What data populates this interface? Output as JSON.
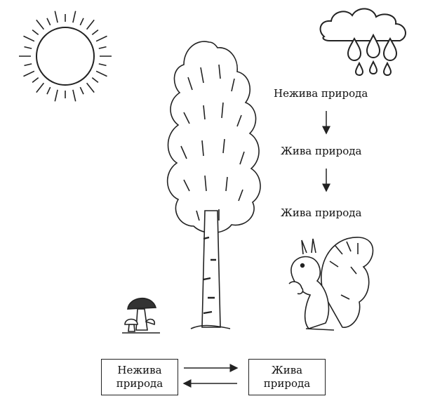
{
  "chain": {
    "step1": "Нежива природа",
    "step2": "Жива природа",
    "step3": "Жива природа"
  },
  "cycle": {
    "left_line1": "Нежива",
    "left_line2": "природа",
    "right_line1": "Жива",
    "right_line2": "природа"
  },
  "icons": [
    "sun-icon",
    "rain-cloud-icon",
    "birch-tree-icon",
    "mushroom-icon",
    "squirrel-icon"
  ]
}
